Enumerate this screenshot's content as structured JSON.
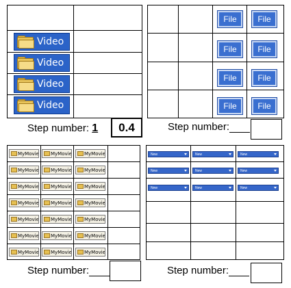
{
  "panel1": {
    "button_label": "Video",
    "step_label": "Step number:",
    "step_value": "1",
    "score": "0.4"
  },
  "panel2": {
    "button_label": "File",
    "step_label": "Step number:"
  },
  "panel3": {
    "button_label": "MyMovies",
    "step_label": "Step number:"
  },
  "panel4": {
    "select_label": "New",
    "step_label": "Step number:"
  }
}
